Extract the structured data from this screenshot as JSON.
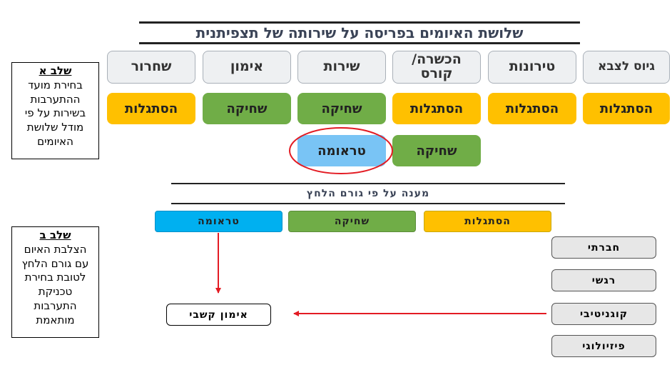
{
  "title": "שלושת האיומים בפריסה על שירותה של תצפיתנית",
  "stages": [
    "שחרור",
    "אימון",
    "שירות",
    "הכשרה/ קורס",
    "טירונות",
    "גיוס לצבא"
  ],
  "row1": [
    "הסתגלות",
    "שחיקה",
    "שחיקה",
    "הסתגלות",
    "הסתגלות",
    "הסתגלות"
  ],
  "row2": {
    "trauma": "טראומה",
    "burnout": "שחיקה"
  },
  "stepA": {
    "heading": "שלב א",
    "lines": [
      "בחירת מועד",
      "ההתערבות",
      "בשירות על פי",
      "מודל שלושת",
      "האיומים"
    ]
  },
  "stepB": {
    "heading": "שלב ב",
    "lines": [
      "הצלבת האיום",
      "עם גורם הלחץ",
      "לטובת בחירת",
      "טכניקת",
      "התערבות",
      "מותאמת"
    ]
  },
  "subtitle": "מענה על פי גורם הלחץ",
  "threats": {
    "trauma": "טראומה",
    "burnout": "שחיקה",
    "adjustment": "הסתגלות"
  },
  "stressors": [
    "חברתי",
    "רגשי",
    "קוגניטיבי",
    "פיזיולוגי"
  ],
  "technique": "אימון קשבי",
  "colors": {
    "adjustment": "#ffc000",
    "burnout": "#70ad47",
    "trauma": "#00b0f0",
    "trauma_light": "#79c4f5",
    "highlight": "#e31b23",
    "arrow": "#e31b23"
  }
}
